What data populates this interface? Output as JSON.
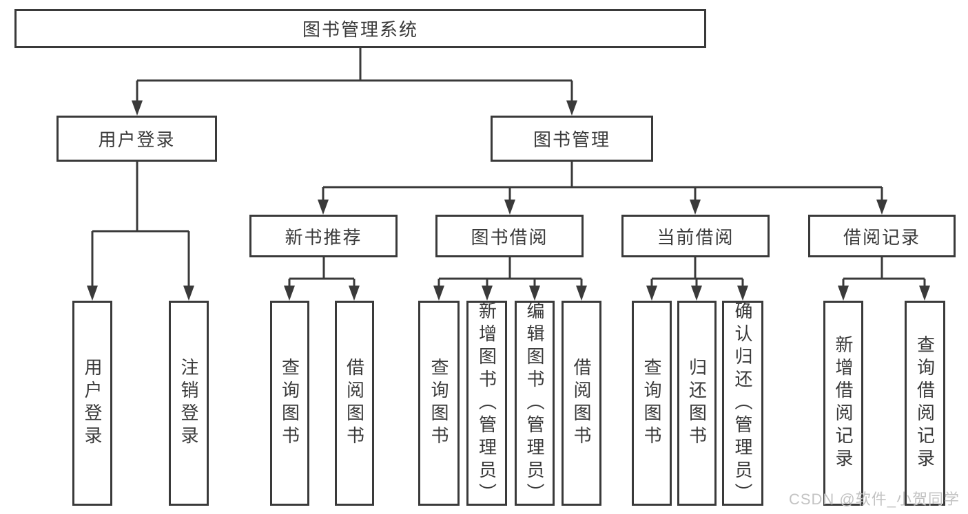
{
  "diagram": {
    "root": "图书管理系统",
    "level2": {
      "user_login": "用户登录",
      "book_management": "图书管理"
    },
    "level3": {
      "new_book_recommend": "新书推荐",
      "book_borrowing": "图书借阅",
      "current_borrowing": "当前借阅",
      "borrowing_records": "借阅记录"
    },
    "leaves": {
      "user_login_group": [
        "用户登录",
        "注销登录"
      ],
      "new_book_group": [
        "查询图书",
        "借阅图书"
      ],
      "book_borrowing_group": [
        "查询图书",
        "新增图书（管理员）",
        "编辑图书（管理员）",
        "借阅图书"
      ],
      "current_borrowing_group": [
        "查询图书",
        "归还图书",
        "确认归还（管理员）"
      ],
      "borrowing_records_group": [
        "新增借阅记录",
        "查询借阅记录"
      ]
    }
  },
  "watermark": "CSDN @软件_小贺同学",
  "colors": {
    "line": "#3a3a3a",
    "text": "#3a3a3a",
    "watermark": "#c3c3c3",
    "background": "#ffffff"
  }
}
